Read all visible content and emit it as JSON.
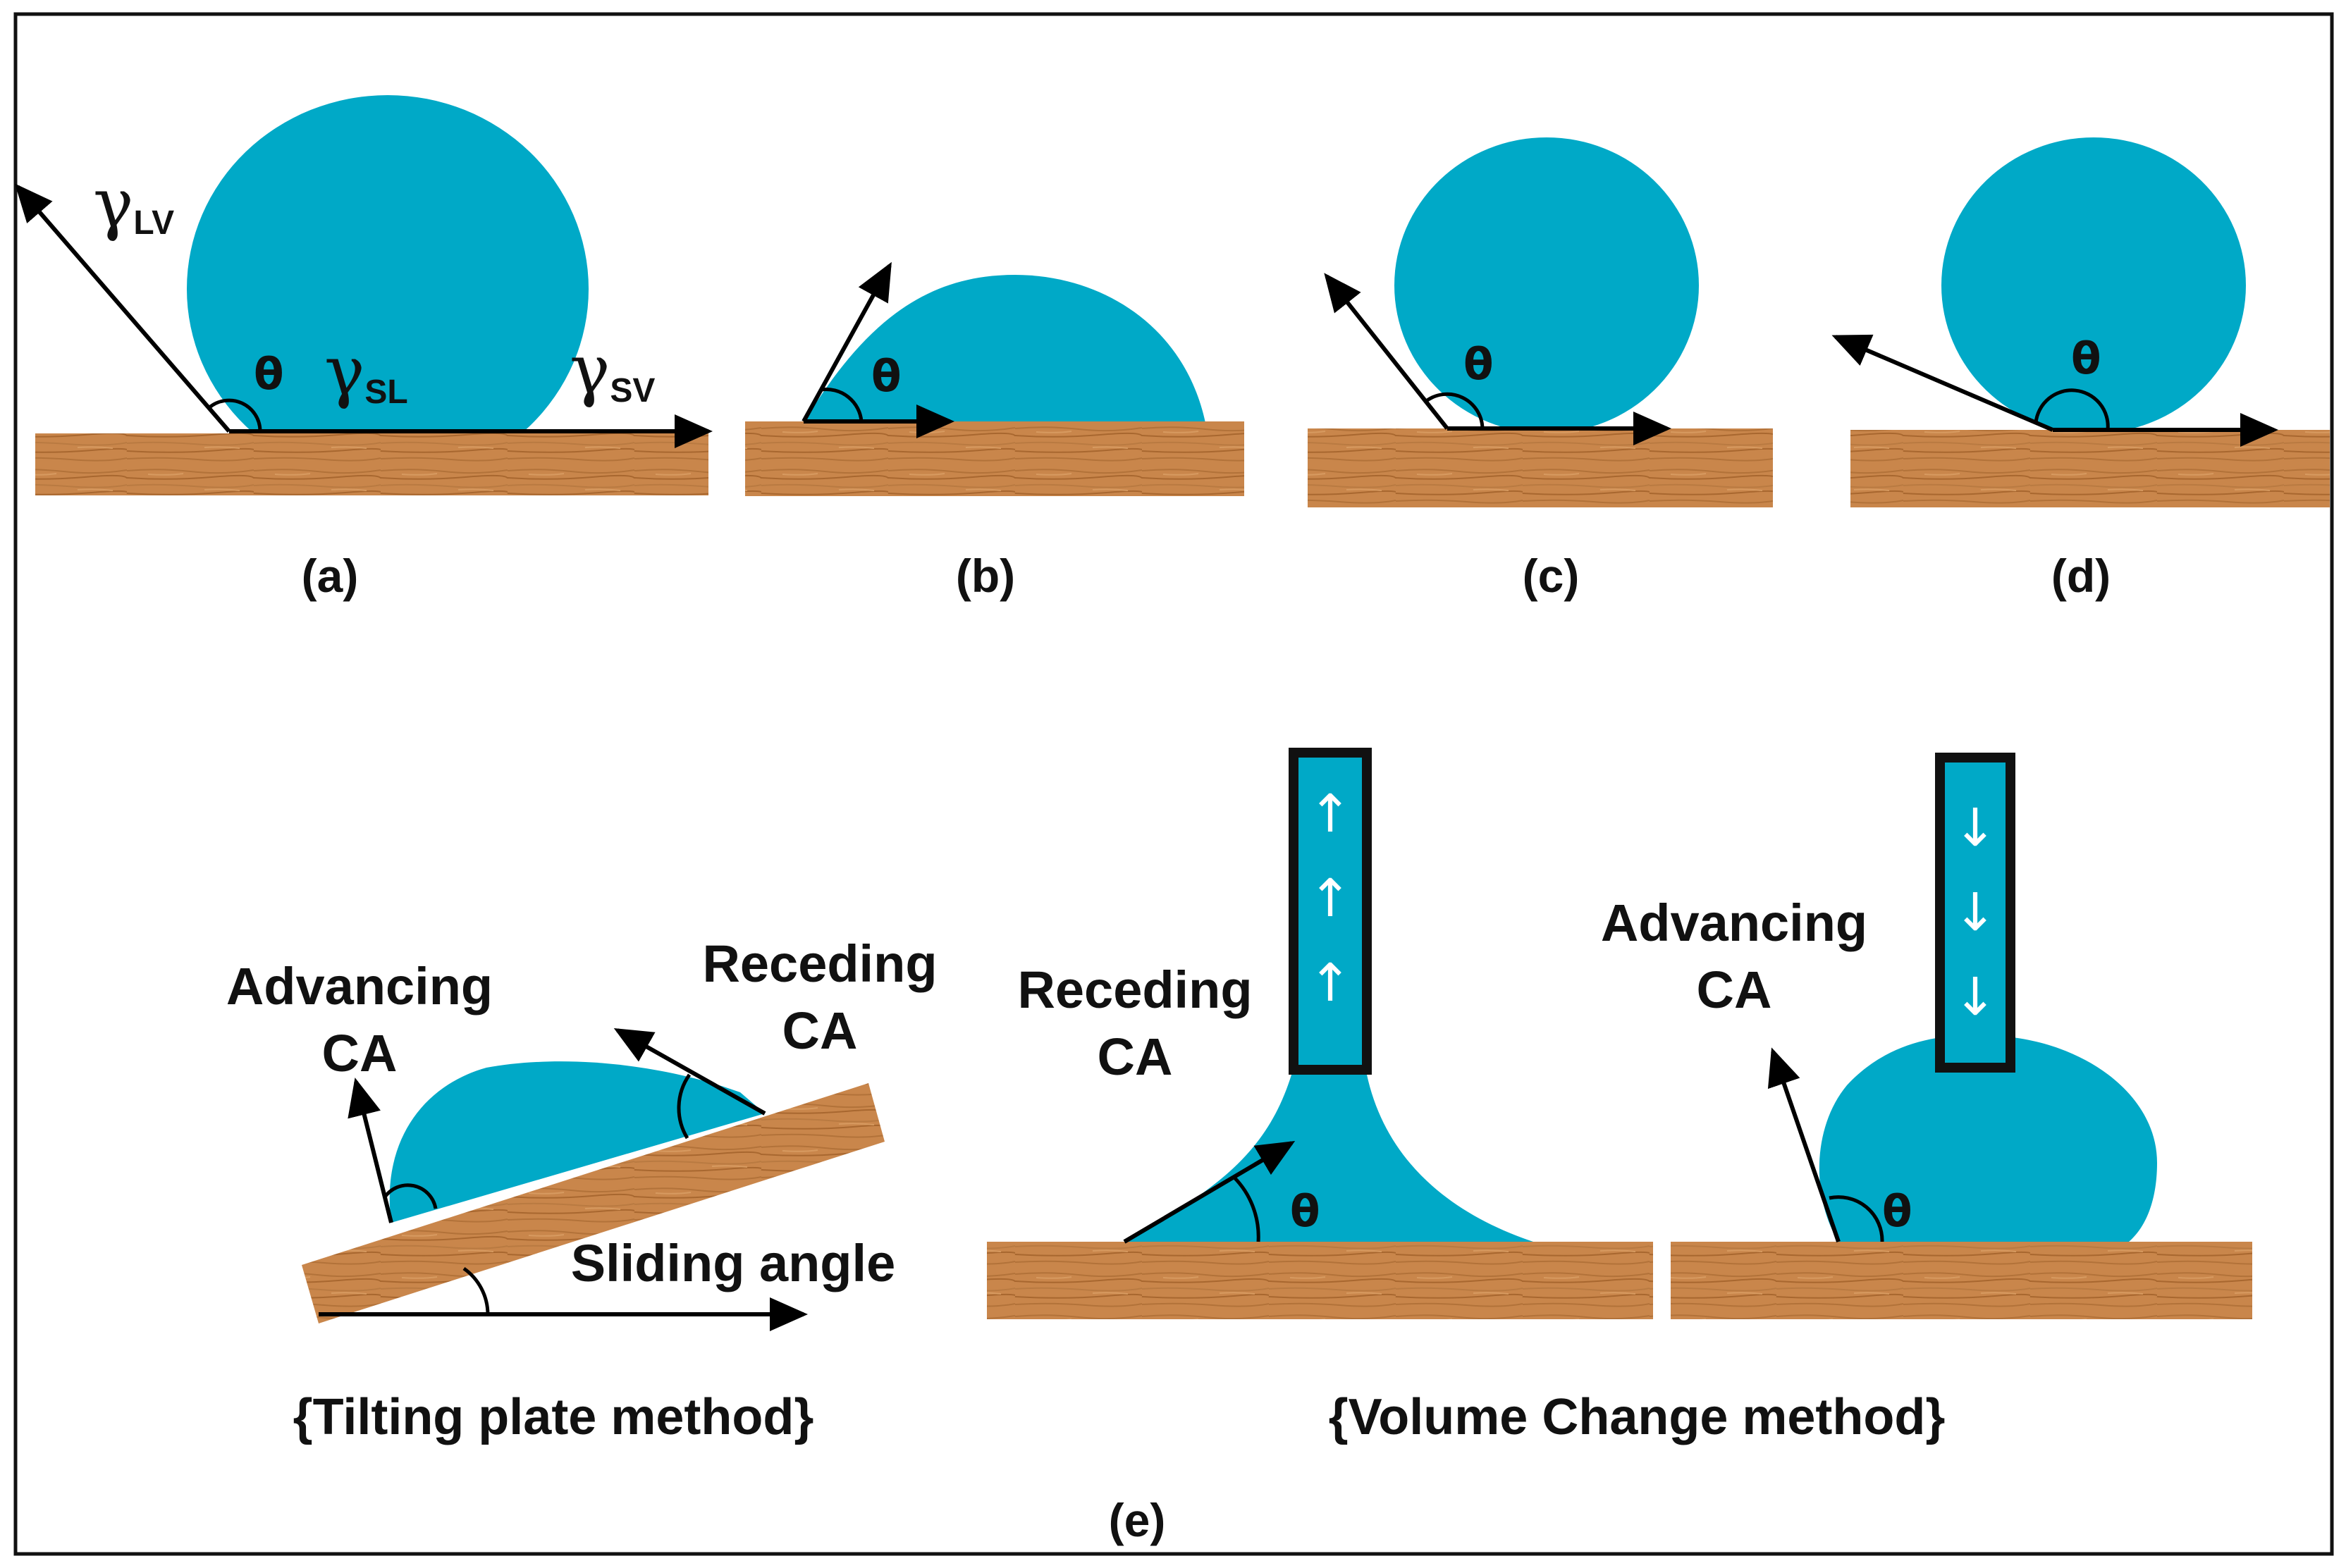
{
  "colors": {
    "droplet": "#00a9c7",
    "wood_base": "#c9864b",
    "wood_grain": "#a8672f",
    "frame": "#111111"
  },
  "panels": {
    "a": {
      "label": "(a)",
      "theta": "θ",
      "gamma_lv": {
        "symbol": "γ",
        "sub": "LV"
      },
      "gamma_sl": {
        "symbol": "γ",
        "sub": "SL"
      },
      "gamma_sv": {
        "symbol": "γ",
        "sub": "SV"
      }
    },
    "b": {
      "label": "(b)",
      "theta": "θ"
    },
    "c": {
      "label": "(c)",
      "theta": "θ"
    },
    "d": {
      "label": "(d)",
      "theta": "θ"
    },
    "e": {
      "label": "(e)",
      "tilting": {
        "advancing": [
          "Advancing",
          "CA"
        ],
        "receding": [
          "Receding",
          "CA"
        ],
        "sliding": "Sliding angle",
        "caption": "{Tilting plate method}"
      },
      "volume": {
        "receding": [
          "Receding",
          "CA"
        ],
        "advancing": [
          "Advancing",
          "CA"
        ],
        "theta": "θ",
        "caption": "{Volume Change method}",
        "arrow_up": "↑",
        "arrow_down": "↓"
      }
    }
  },
  "icons": [
    "arrow-icon",
    "up-arrow-icon",
    "down-arrow-icon",
    "angle-arc-icon"
  ]
}
